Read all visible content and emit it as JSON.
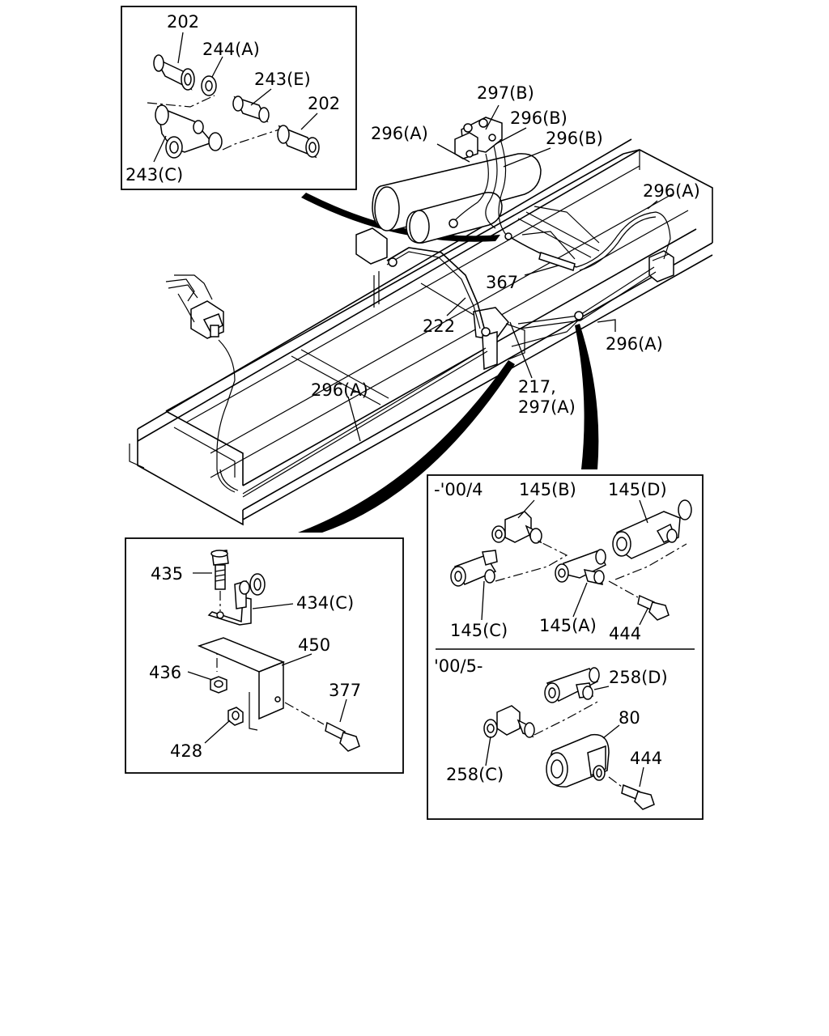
{
  "labels": {
    "box1_202_top": "202",
    "box1_244A": "244(A)",
    "box1_243E": "243(E)",
    "box1_202_right": "202",
    "box1_243C": "243(C)",
    "main_297B": "297(B)",
    "main_296B_1": "296(B)",
    "main_296A_top": "296(A)",
    "main_296B_2": "296(B)",
    "main_296A_right": "296(A)",
    "main_367": "367",
    "main_222": "222",
    "main_296A_mid": "296(A)",
    "main_296A_low": "296(A)",
    "main_217": "217,",
    "main_297A": "297(A)",
    "box2_435": "435",
    "box2_434C": "434(C)",
    "box2_450": "450",
    "box2_436": "436",
    "box2_377": "377",
    "box2_428": "428",
    "box3_range1": "-'00/4",
    "box3_145B": "145(B)",
    "box3_145D": "145(D)",
    "box3_145C": "145(C)",
    "box3_145A": "145(A)",
    "box3_444_1": "444",
    "box3_range2": "'00/5-",
    "box3_258D": "258(D)",
    "box3_80": "80",
    "box3_258C": "258(C)",
    "box3_444_2": "444"
  }
}
